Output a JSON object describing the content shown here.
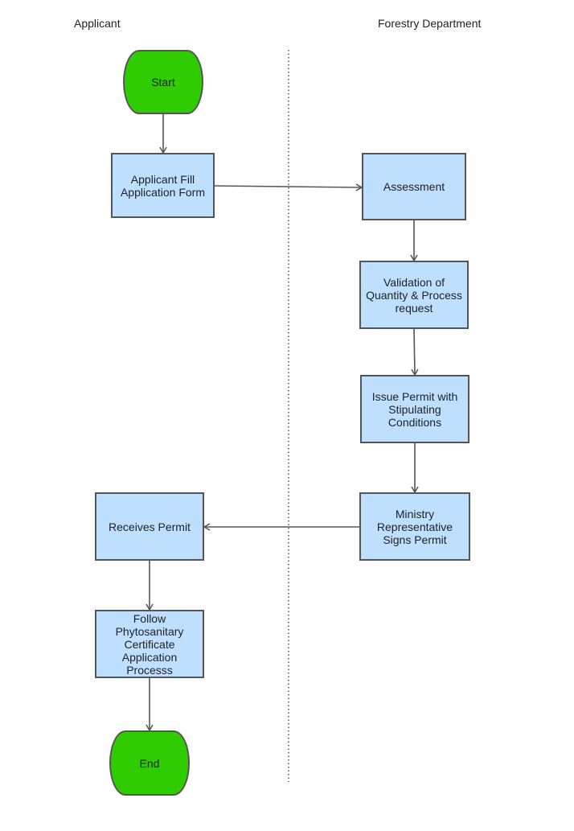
{
  "lanes": {
    "applicant": "Applicant",
    "forestry": "Forestry Department"
  },
  "nodes": {
    "start": "Start",
    "fill_form": "Applicant Fill\nApplication Form",
    "assessment": "Assessment",
    "validation": "Validation of\nQuantity & Process\nrequest",
    "issue_permit": "Issue Permit with\nStipulating\nConditions",
    "ministry_signs": "Ministry\nRepresentative\nSigns Permit",
    "receives_permit": "Receives Permit",
    "phytosanitary": "Follow\nPhytosanitary\nCertificate\nApplication\nProcesss",
    "end": "End"
  },
  "colors": {
    "process_fill": "#bfdfff",
    "terminal_fill": "#2ecc00",
    "stroke": "#555555"
  }
}
